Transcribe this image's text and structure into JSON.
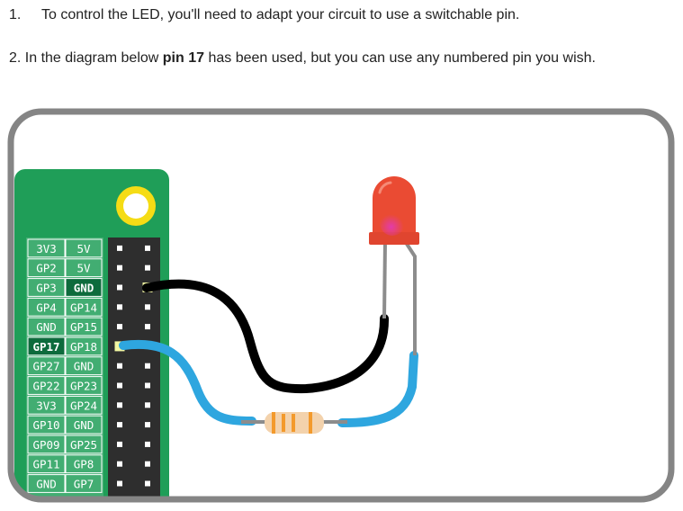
{
  "instructions": [
    {
      "number": "1.",
      "text": "To control the LED, you'll need to adapt your circuit to use a switchable pin."
    },
    {
      "number": "2.",
      "text_before": "In the diagram below ",
      "highlight": "pin 17",
      "text_after": " has been used, but you can use any numbered pin you wish."
    }
  ],
  "gpio_header": {
    "rows": [
      [
        "3V3",
        "5V"
      ],
      [
        "GP2",
        "5V"
      ],
      [
        "GP3",
        "GND"
      ],
      [
        "GP4",
        "GP14"
      ],
      [
        "GND",
        "GP15"
      ],
      [
        "GP17",
        "GP18"
      ],
      [
        "GP27",
        "GND"
      ],
      [
        "GP22",
        "GP23"
      ],
      [
        "3V3",
        "GP24"
      ],
      [
        "GP10",
        "GND"
      ],
      [
        "GP09",
        "GP25"
      ],
      [
        "GP11",
        "GP8"
      ],
      [
        "GND",
        "GP7"
      ]
    ],
    "highlighted": [
      "GND",
      "GP17"
    ]
  },
  "colors": {
    "board": "#1f9e58",
    "board_label_bg": "#42ad72",
    "label_highlight_bg": "#0d6b3c",
    "header": "#2e2e2e",
    "pin": "#ffffff",
    "pin_active": "#f2f7a3",
    "mount_hole": "#f5dc15",
    "frame": "#858585",
    "led": "#ea4b33",
    "ground_wire": "#000000",
    "signal_wire": "#2ea6df",
    "resistor_body": "#f3d2ac",
    "resistor_band": "#f39a2c"
  }
}
